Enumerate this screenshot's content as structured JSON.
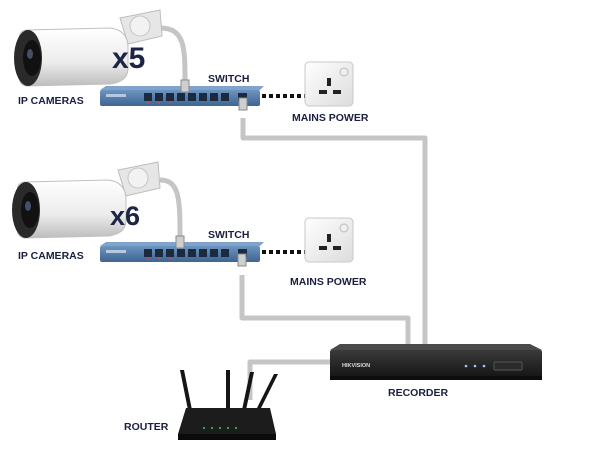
{
  "groups": [
    {
      "camera_count": "x5",
      "camera_label": "IP CAMERAS",
      "switch_label": "SWITCH",
      "power_label": "MAINS POWER"
    },
    {
      "camera_count": "x6",
      "camera_label": "IP CAMERAS",
      "switch_label": "SWITCH",
      "power_label": "MAINS POWER"
    }
  ],
  "recorder": {
    "label": "RECORDER",
    "brand": "HIKVISION"
  },
  "router": {
    "label": "ROUTER"
  },
  "colors": {
    "label_text": "#1a1f3f",
    "cable": "#c5c5c5",
    "switch_body": "#4f78a6",
    "device_dark": "#1f1f1f"
  },
  "icons": [
    "camera-icon",
    "switch-icon",
    "socket-icon",
    "recorder-icon",
    "router-icon"
  ]
}
